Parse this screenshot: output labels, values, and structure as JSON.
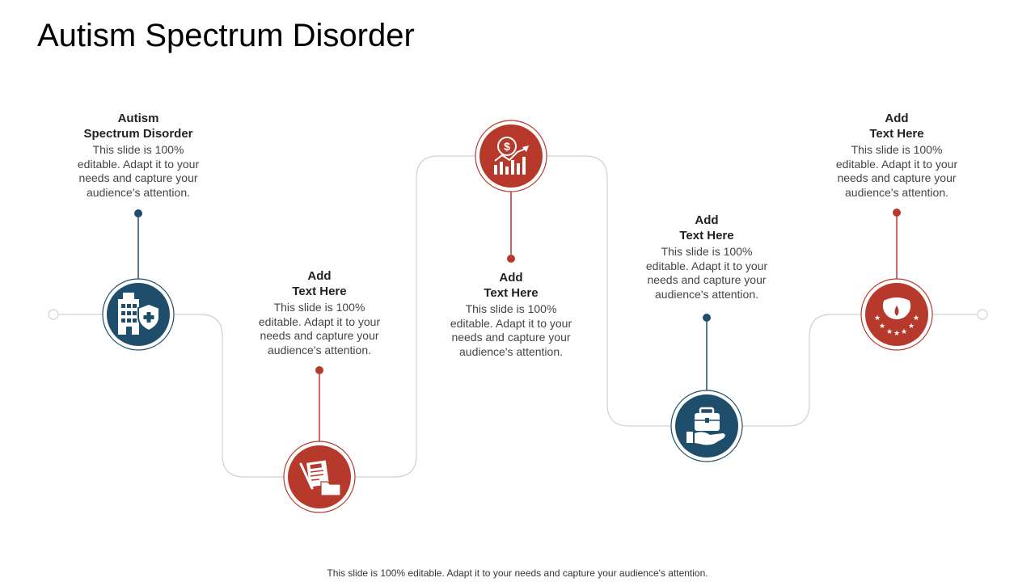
{
  "title": "Autism Spectrum Disorder",
  "colors": {
    "blue": "#1f4e6d",
    "red": "#b7392b",
    "line": "#cccccc"
  },
  "items": [
    {
      "heading_line1": "Autism",
      "heading_line2": "Spectrum Disorder",
      "body": "This slide is 100% editable. Adapt it to your needs and capture your audience's attention.",
      "icon": "hospital-shield-icon",
      "color": "blue"
    },
    {
      "heading_line1": "Add",
      "heading_line2": "Text Here",
      "body": "This slide is 100% editable. Adapt it to your needs and capture your audience's attention.",
      "icon": "documents-folder-icon",
      "color": "red"
    },
    {
      "heading_line1": "Add",
      "heading_line2": "Text Here",
      "body": "This slide is 100% editable. Adapt it to your needs and capture your audience's attention.",
      "icon": "dollar-growth-chart-icon",
      "color": "red"
    },
    {
      "heading_line1": "Add",
      "heading_line2": "Text Here",
      "body": "This slide is 100% editable. Adapt it to your needs and capture your audience's attention.",
      "icon": "briefcase-hand-icon",
      "color": "blue"
    },
    {
      "heading_line1": "Add",
      "heading_line2": "Text Here",
      "body": "This slide is 100% editable. Adapt it to your needs and capture your audience's attention.",
      "icon": "drop-stars-icon",
      "color": "red"
    }
  ],
  "footer": "This slide is 100% editable. Adapt it to your needs and capture your audience's attention."
}
